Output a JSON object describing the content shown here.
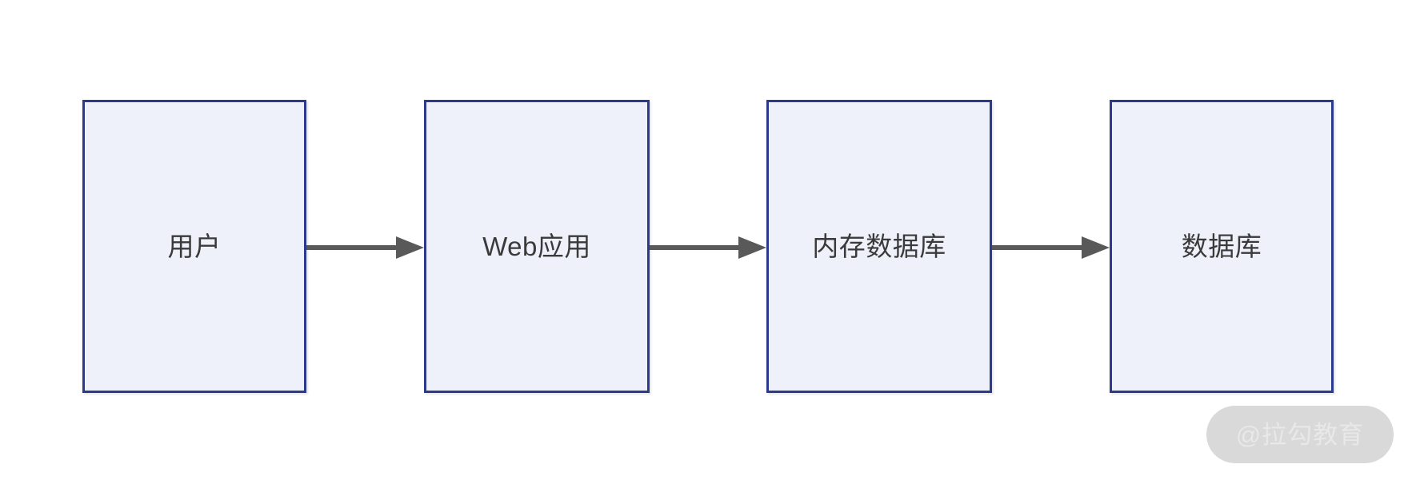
{
  "diagram": {
    "type": "flowchart",
    "orientation": "left-to-right",
    "background_color": "#ffffff",
    "node_fill_color": "#eef1fa",
    "node_border_color": "#2b3a8c",
    "node_text_color": "#3a3a3a",
    "arrow_color": "#595959",
    "nodes": [
      {
        "id": "user",
        "label": "用户"
      },
      {
        "id": "web-app",
        "label": "Web应用"
      },
      {
        "id": "in-memory",
        "label": "内存数据库"
      },
      {
        "id": "database",
        "label": "数据库"
      }
    ],
    "connectors": [
      {
        "id": "user-to-web-app",
        "from": "user",
        "to": "web-app",
        "label": ""
      },
      {
        "id": "web-app-to-in-memory",
        "from": "web-app",
        "to": "in-memory",
        "label": ""
      },
      {
        "id": "in-memory-to-database",
        "from": "in-memory",
        "to": "database",
        "label": ""
      }
    ]
  },
  "watermark": {
    "text": "@拉勾教育",
    "background_color": "#d9d9d9",
    "text_color": "#e8e8e8"
  }
}
